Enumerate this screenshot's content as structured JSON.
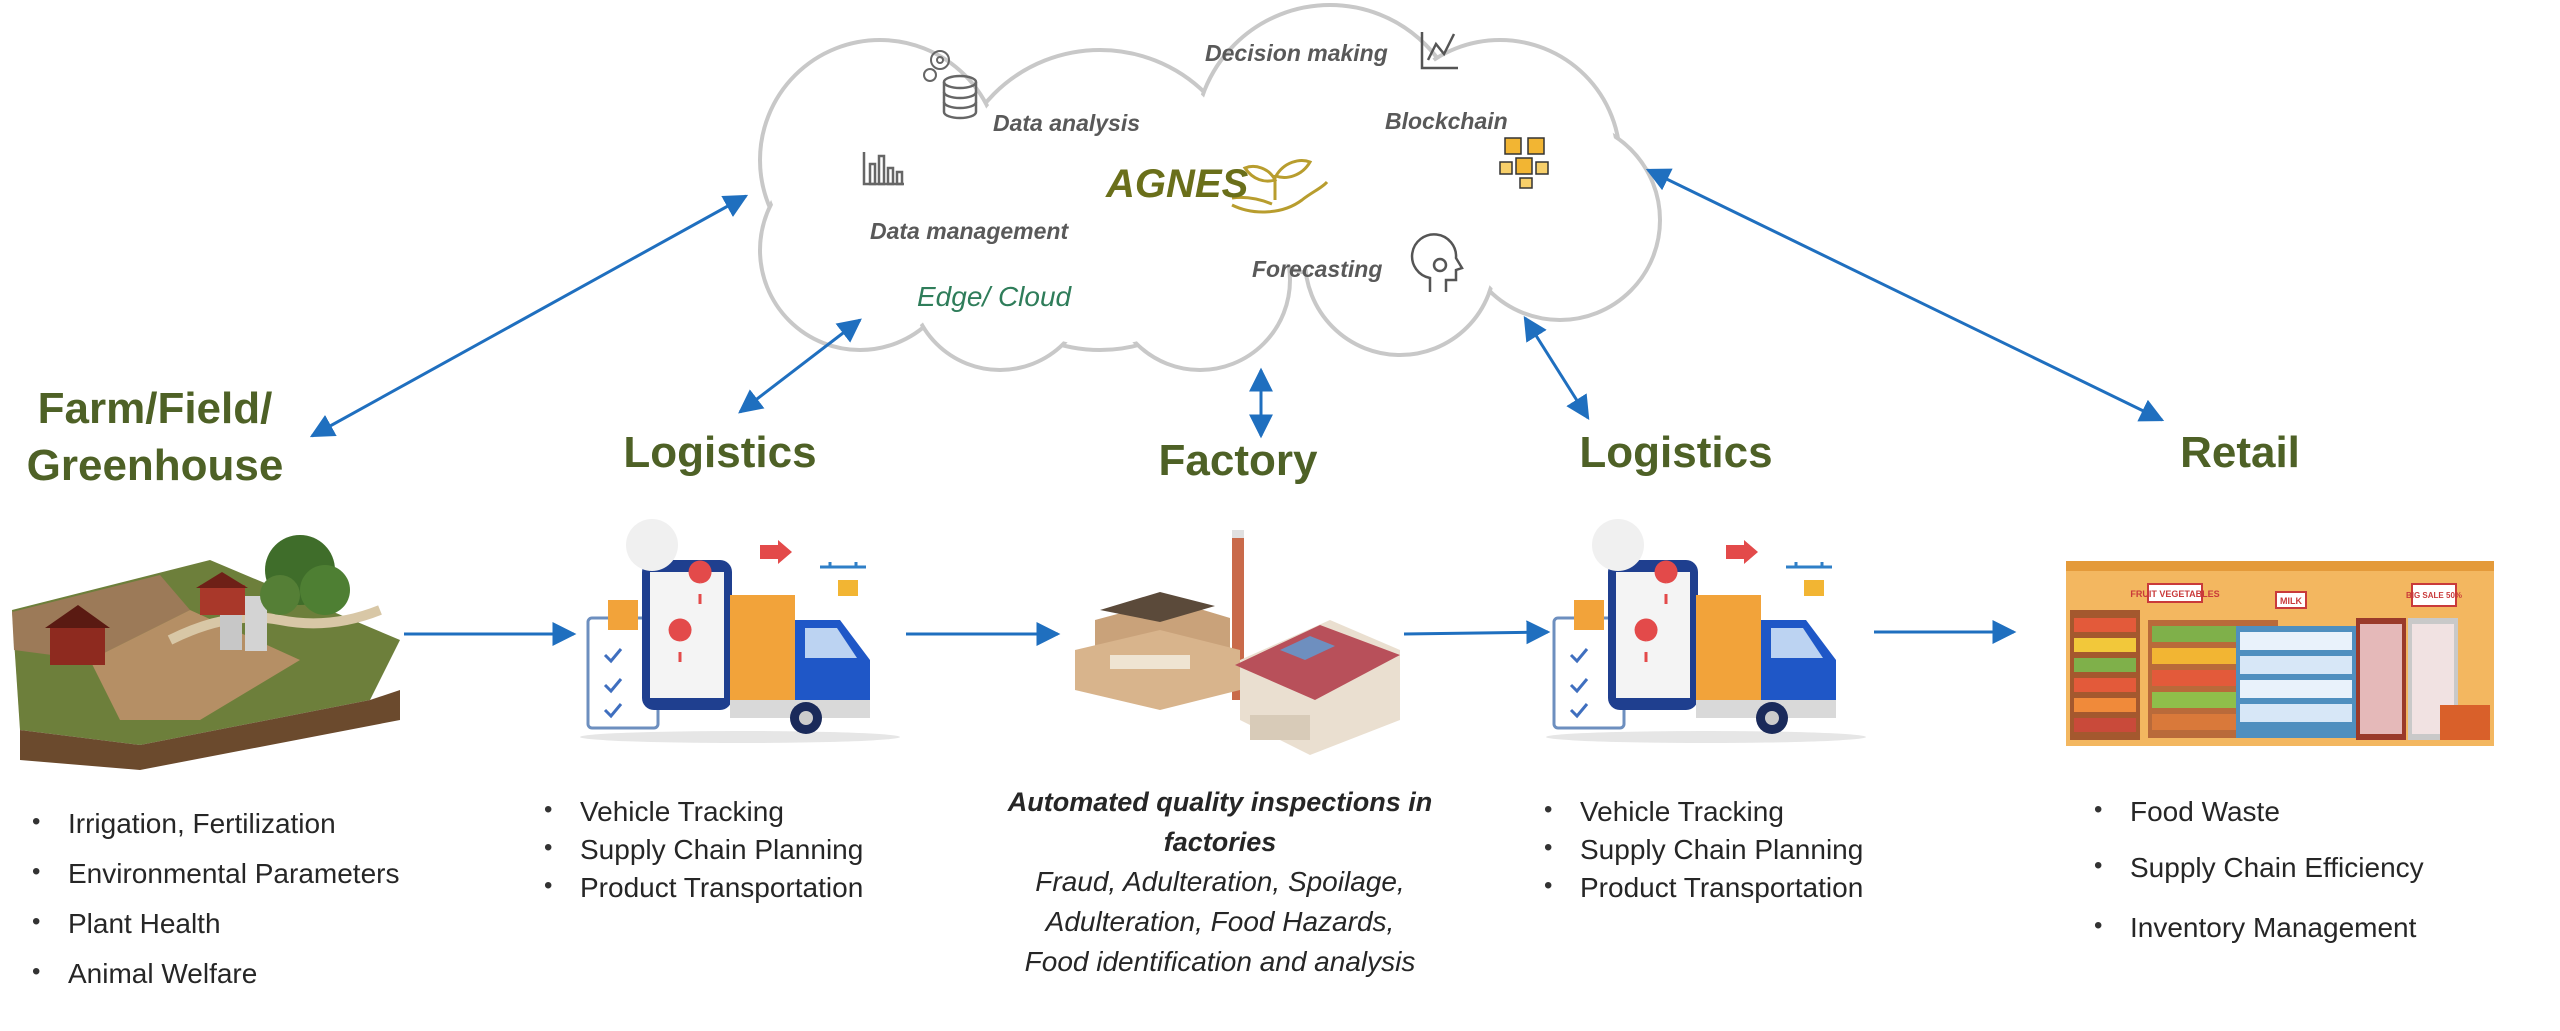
{
  "cloud": {
    "decision_making": "Decision making",
    "data_analysis": "Data analysis",
    "blockchain": "Blockchain",
    "agnes": "AGNES",
    "data_management": "Data management",
    "forecasting": "Forecasting",
    "edge_cloud": "Edge/ Cloud",
    "icons": [
      "gear-icon",
      "database-icon",
      "line-chart-icon",
      "bar-chart-icon",
      "blocks-icon",
      "head-gears-icon",
      "plant-hand-icon"
    ]
  },
  "stages": {
    "farm_line1": "Farm/Field/",
    "farm_line2": "Greenhouse",
    "logistics_left": "Logistics",
    "factory": "Factory",
    "logistics_right": "Logistics",
    "retail": "Retail"
  },
  "farm_bullets": [
    "Irrigation, Fertilization",
    "Environmental Parameters",
    "Plant Health",
    "Animal Welfare"
  ],
  "logistics_left_bullets": [
    "Vehicle Tracking",
    "Supply Chain Planning",
    "Product Transportation"
  ],
  "factory_text": {
    "heading_line1": "Automated quality inspections in",
    "heading_line2": "factories",
    "line1": "Fraud, Adulteration, Spoilage,",
    "line2": "Adulteration, Food Hazards,",
    "line3": "Food identification and analysis"
  },
  "logistics_right_bullets": [
    "Vehicle Tracking",
    "Supply Chain Planning",
    "Product Transportation"
  ],
  "retail_bullets": [
    "Food Waste",
    "Supply Chain Efficiency",
    "Inventory Management"
  ],
  "retail_signs": [
    "FRUIT VEGETABLES",
    "MILK",
    "BIG SALE 50%"
  ],
  "colors": {
    "arrow": "#1f6fbf",
    "stage_title": "#4e6126",
    "cloud_stroke": "#c8c8c8"
  }
}
